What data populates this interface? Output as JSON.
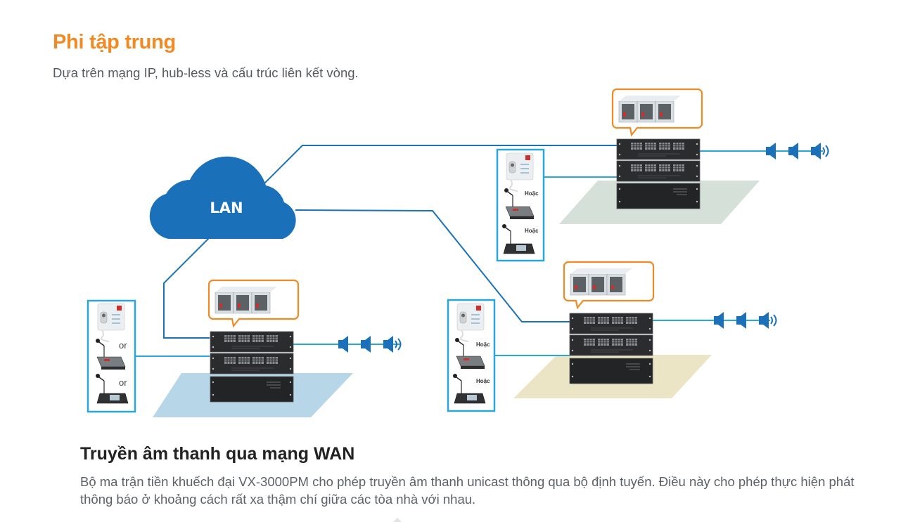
{
  "header": {
    "title": "Phi tập trung",
    "subtitle": "Dựa trên mạng IP, hub-less và cấu trúc liên kết vòng."
  },
  "diagram": {
    "network_label": "LAN",
    "colors": {
      "accent_orange": "#f08a24",
      "line_blue": "#1a72b8",
      "frame_blue": "#2aa6dc",
      "cloud_blue": "#1b71b9",
      "floor_blue": "#b7d7e8",
      "floor_green": "#d4e0d8",
      "floor_beige": "#ebe5c6",
      "rack_dark": "#2b2c2e"
    },
    "sites": [
      {
        "id": "site-left",
        "console_separator": [
          "or",
          "or"
        ],
        "speakers": 3
      },
      {
        "id": "site-top-right",
        "console_separator": [
          "Hoặc",
          "Hoặc"
        ],
        "speakers": 3
      },
      {
        "id": "site-bottom-right",
        "console_separator": [
          "Hoặc",
          "Hoặc"
        ],
        "speakers": 3
      }
    ]
  },
  "section": {
    "title": "Truyền âm thanh qua mạng WAN",
    "body": "Bộ ma trận tiền khuếch đại VX-3000PM cho phép truyền âm thanh unicast thông qua bộ định tuyến. Điều này cho phép thực hiện phát thông báo ở khoảng cách rất xa thậm chí giữa các tòa nhà với nhau."
  }
}
